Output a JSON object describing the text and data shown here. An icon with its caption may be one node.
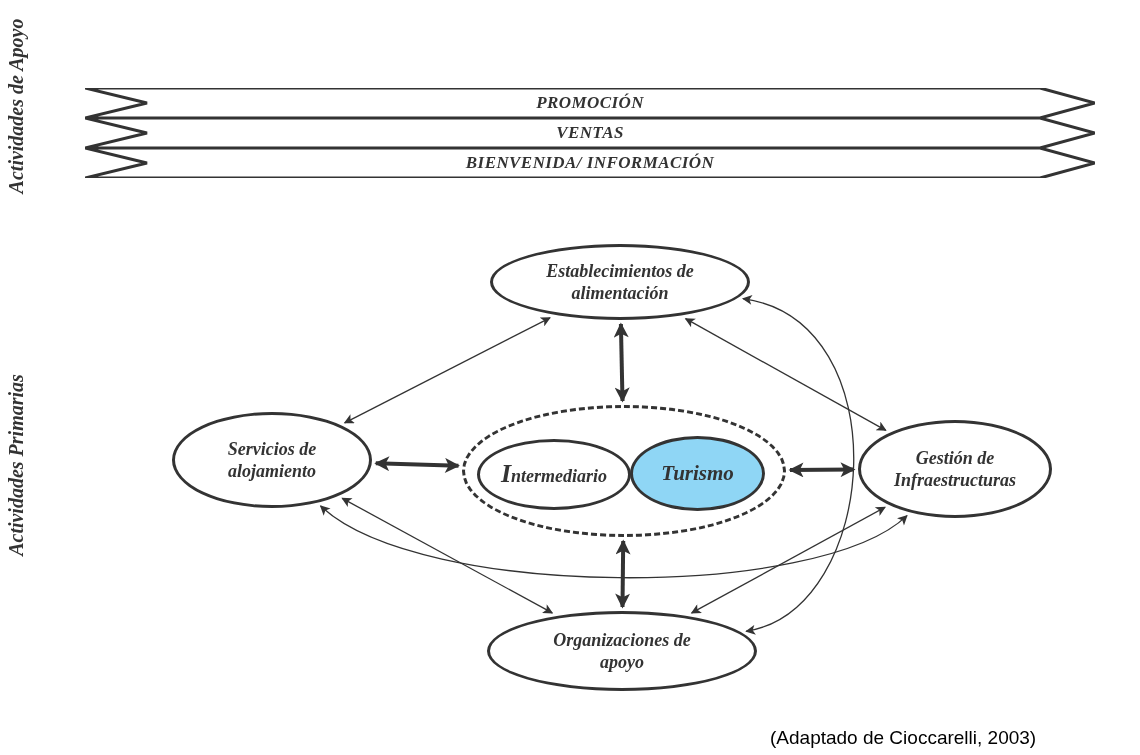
{
  "diagram": {
    "caption": "(Adaptado de Cioccarelli, 2003)",
    "nodes": [
      {
        "text": [
          "PROMOCIÓN"
        ]
      },
      {
        "text": [
          "VENTAS"
        ]
      },
      {
        "text": [
          "BIENVENIDA/ INFORMACIÓN"
        ]
      },
      {
        "text": [
          "Establecimientos de alimentación"
        ]
      },
      {
        "text": [
          "Servicios de alojamiento"
        ]
      },
      {
        "text": [],
        "shape": "ellipse"
      },
      {
        "text": [
          "Intermediario"
        ],
        "in": 5
      },
      {
        "text": [
          "Turismo"
        ],
        "in": 5
      },
      {
        "text": [
          "Gestión de Infraestructuras"
        ]
      },
      {
        "text": [
          "Organizaciones de apoyo"
        ]
      }
    ],
    "edges": [
      {
        "from": 3,
        "to": 4,
        "arrow": "both"
      },
      {
        "from": 3,
        "to": 8,
        "arrow": "both"
      },
      {
        "from": 3,
        "to": 5,
        "arrow": "both",
        "style": "thick"
      },
      {
        "from": 4,
        "to": 5,
        "arrow": "both",
        "style": "thick"
      },
      {
        "from": 5,
        "to": 8,
        "arrow": "both",
        "style": "thick"
      },
      {
        "from": 5,
        "to": 9,
        "arrow": "both",
        "style": "thick"
      },
      {
        "from": 4,
        "to": 9,
        "arrow": "both"
      },
      {
        "from": 8,
        "to": 9,
        "arrow": "both"
      },
      {
        "from": 4,
        "to": 8,
        "arrow": "both"
      },
      {
        "from": 3,
        "to": 9,
        "arrow": "both"
      }
    ],
    "labels": [
      "Actividades de Apoyo",
      "Actividades Primarias"
    ]
  }
}
